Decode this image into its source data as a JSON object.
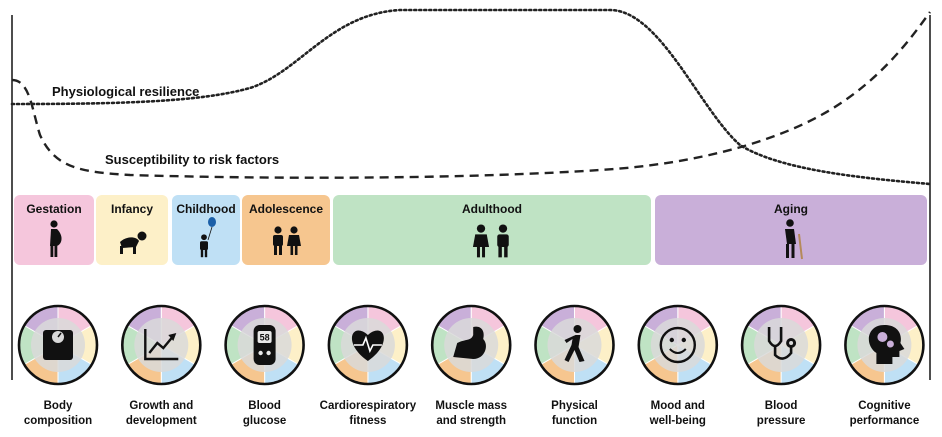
{
  "curves": {
    "resilience_label": "Physiological resilience",
    "susceptibility_label": "Susceptibility to risk factors"
  },
  "stages": [
    {
      "label": "Gestation",
      "color": "#f5c6dc",
      "icon": "pregnant-person-icon"
    },
    {
      "label": "Infancy",
      "color": "#fdf0c8",
      "icon": "crawling-baby-icon"
    },
    {
      "label": "Childhood",
      "color": "#bfe0f5",
      "icon": "child-with-balloon-icon"
    },
    {
      "label": "Adolescence",
      "color": "#f6c68f",
      "icon": "teenagers-icon"
    },
    {
      "label": "Adulthood",
      "color": "#bfe3c4",
      "icon": "adult-couple-icon"
    },
    {
      "label": "Aging",
      "color": "#c9afd9",
      "icon": "elderly-person-with-cane-icon"
    }
  ],
  "metrics": [
    {
      "line1": "Body",
      "line2": "composition",
      "icon": "weighing-scale-icon"
    },
    {
      "line1": "Growth and",
      "line2": "development",
      "icon": "growth-chart-icon"
    },
    {
      "line1": "Blood",
      "line2": "glucose",
      "icon": "glucometer-icon",
      "display": "58"
    },
    {
      "line1": "Cardiorespiratory",
      "line2": "fitness",
      "icon": "heart-pulse-icon"
    },
    {
      "line1": "Muscle mass",
      "line2": "and strength",
      "icon": "flexed-arm-icon"
    },
    {
      "line1": "Physical",
      "line2": "function",
      "icon": "walking-person-icon"
    },
    {
      "line1": "Mood and",
      "line2": "well-being",
      "icon": "smiley-face-icon"
    },
    {
      "line1": "Blood",
      "line2": "pressure",
      "icon": "stethoscope-icon"
    },
    {
      "line1": "Cognitive",
      "line2": "performance",
      "icon": "brain-gears-icon"
    }
  ],
  "wheel_colors": [
    "#f5c6dc",
    "#fdf0c8",
    "#bfe0f5",
    "#f6c68f",
    "#bfe3c4",
    "#c9afd9"
  ]
}
